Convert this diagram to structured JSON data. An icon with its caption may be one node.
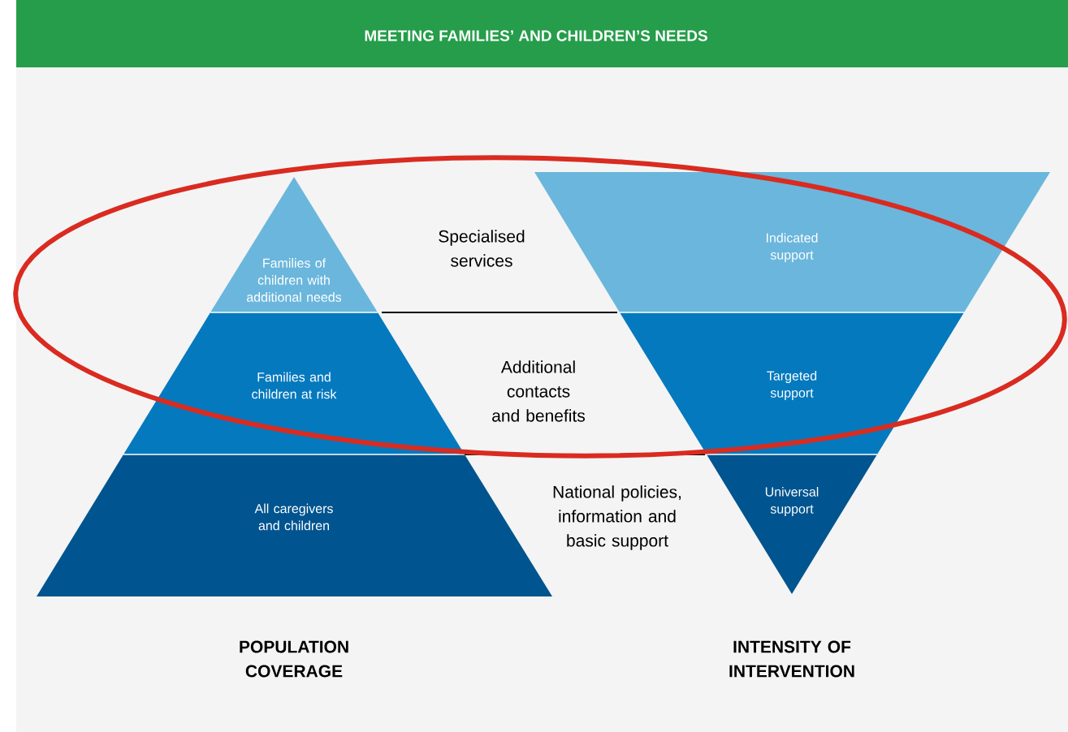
{
  "diagram": {
    "title": "MEETING FAMILIES’ AND CHILDREN’S NEEDS",
    "nodes": [
      {
        "text": [
          "Families of children with additional needs"
        ]
      },
      {
        "text": [
          "Families and children at risk"
        ]
      },
      {
        "text": [
          "All caregivers and children"
        ]
      },
      {
        "text": [
          "Indicated support"
        ]
      },
      {
        "text": [
          "Targeted support"
        ]
      },
      {
        "text": [
          "Universal support"
        ]
      }
    ],
    "labels": [
      "Specialised services",
      "Additional contacts and benefits",
      "National policies, information and basic support",
      "POPULATION COVERAGE",
      "INTENSITY OF INTERVENTION"
    ]
  }
}
